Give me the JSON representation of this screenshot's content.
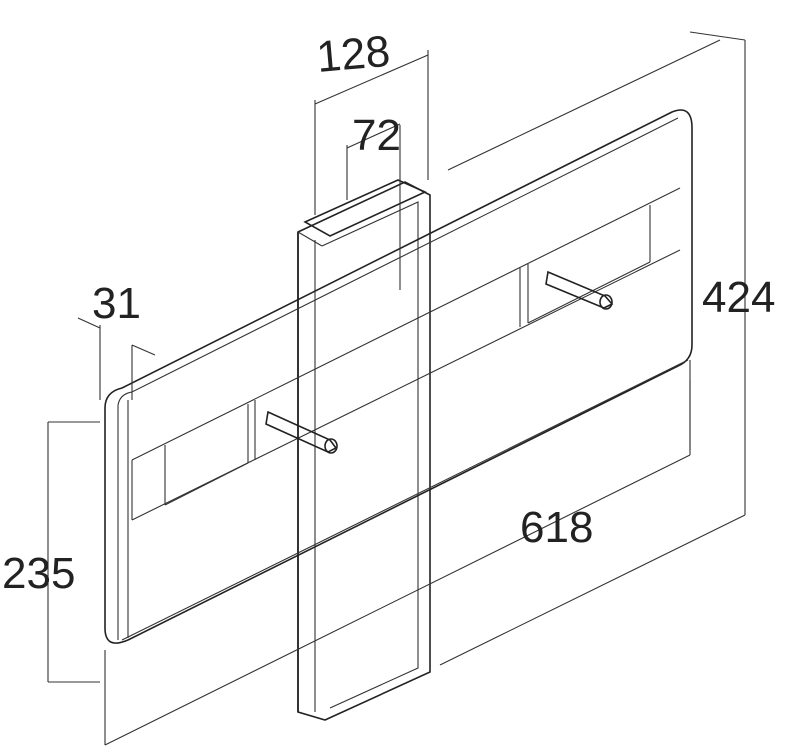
{
  "drawing": {
    "dimensions": {
      "column_width": "128",
      "column_inner_width": "72",
      "panel_offset": "31",
      "total_height": "424",
      "lower_height": "235",
      "panel_width": "618"
    },
    "colors": {
      "line": "#222222",
      "panel_face": "#ffffff",
      "shadow": "#d9d9d9"
    }
  }
}
